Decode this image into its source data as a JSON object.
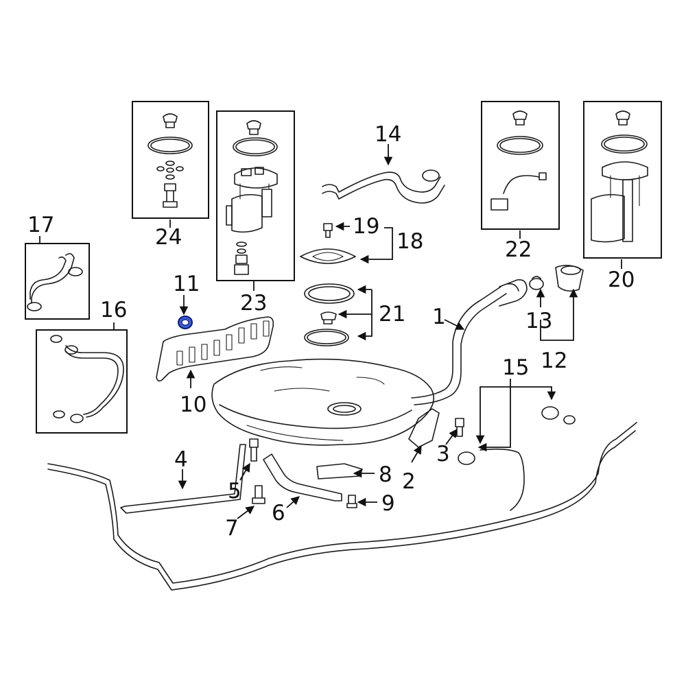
{
  "callouts": {
    "c1": "1",
    "c2": "2",
    "c3": "3",
    "c4": "4",
    "c5": "5",
    "c6": "6",
    "c7": "7",
    "c8": "8",
    "c9": "9",
    "c10": "10",
    "c11": "11",
    "c12": "12",
    "c13": "13",
    "c14": "14",
    "c15": "15",
    "c16": "16",
    "c17": "17",
    "c18": "18",
    "c19": "19",
    "c20": "20",
    "c21": "21",
    "c22": "22",
    "c23": "23",
    "c24": "24"
  },
  "colors": {
    "line": "#1a1a1a",
    "highlight_fill": "#3b5bdb",
    "highlight_stroke": "#0b1f6b"
  }
}
